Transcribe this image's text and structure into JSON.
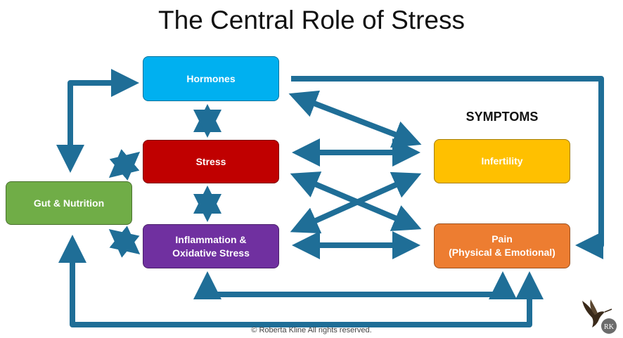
{
  "title": "The Central Role of Stress",
  "symptoms_heading": "SYMPTOMS",
  "nodes": {
    "hormones": "Hormones",
    "stress": "Stress",
    "inflammation": "Inflammation &\nOxidative Stress",
    "gut": "Gut & Nutrition",
    "infertility": "Infertility",
    "pain": "Pain\n(Physical & Emotional)"
  },
  "colors": {
    "arrow": "#1f6e97",
    "hormones": "#00b0f0",
    "stress": "#c00000",
    "inflammation": "#7030a0",
    "gut": "#70ad47",
    "infertility": "#ffc000",
    "pain": "#ed7d31"
  },
  "footer": "© Roberta Kline All rights reserved.",
  "logo": {
    "icon": "hummingbird-icon",
    "monogram": "RK"
  }
}
